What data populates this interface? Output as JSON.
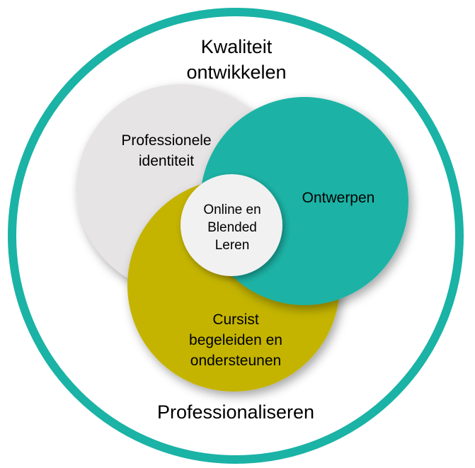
{
  "outer_ring": {
    "top_label_line1": "Kwaliteit",
    "top_label_line2": "ontwikkelen",
    "bottom_label": "Professionaliseren"
  },
  "circles": {
    "identity": {
      "line1": "Professionele",
      "line2": "identiteit"
    },
    "design": {
      "line1": "Ontwerpen"
    },
    "guidance": {
      "line1": "Cursist",
      "line2": "begeleiden en",
      "line3": "ondersteunen"
    },
    "center": {
      "line1": "Online en",
      "line2": "Blended",
      "line3": "Leren"
    }
  },
  "colors": {
    "teal": "#1ab3a6",
    "gray": "#e6e4e5",
    "olive": "#c4b400",
    "center_fill": "#f1f1f1"
  }
}
